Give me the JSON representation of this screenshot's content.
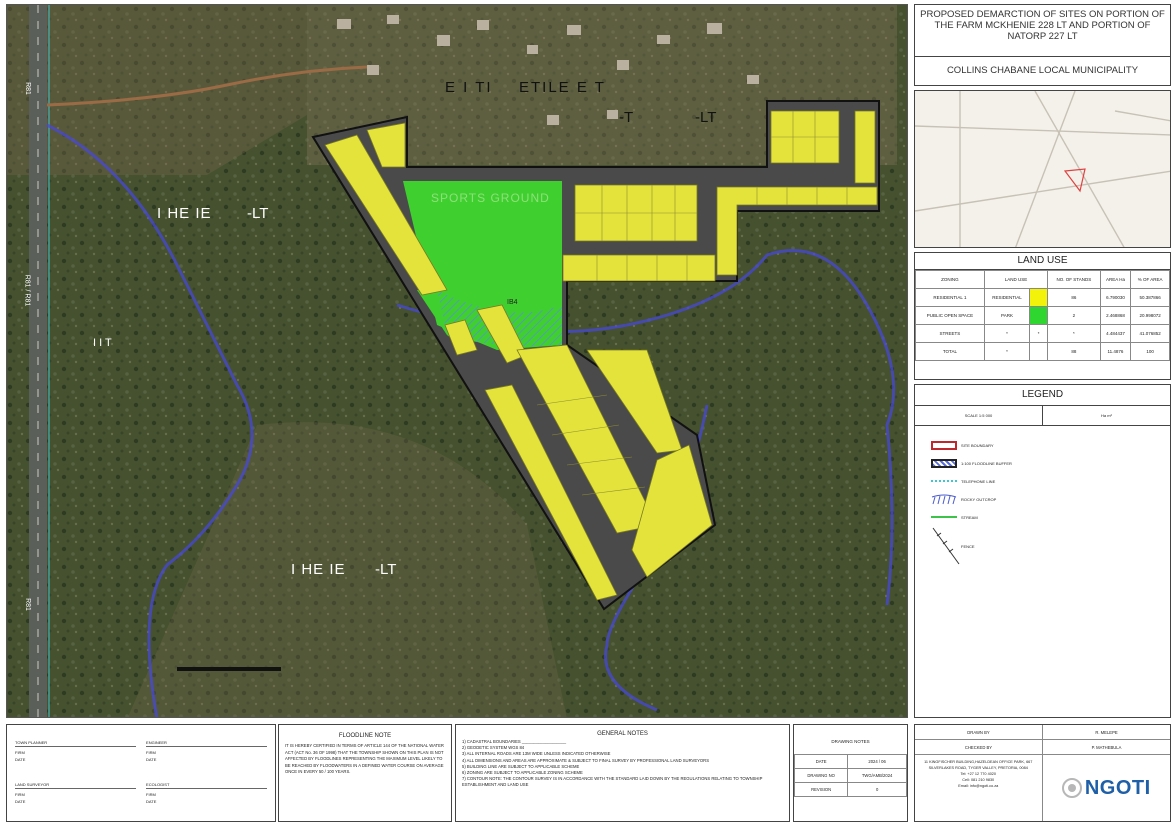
{
  "map": {
    "labels": {
      "settlement_a": "E I TI",
      "settlement_b": "ETILE E T",
      "settlement_c": "-T",
      "settlement_d": "-LT",
      "farm_west": "I HE IE",
      "farm_west_suffix": "-LT",
      "farm_south": "I HE IE",
      "farm_south_suffix": "-LT",
      "farm_mid": "I I T",
      "sports": "SPORTS GROUND",
      "park_label": "IB4",
      "road_a": "R81",
      "road_b": "R81 / R81",
      "road_c": "R81"
    },
    "colors": {
      "satellite": "#3e4a2c",
      "residential": "#e3e33c",
      "park": "#3fd030",
      "streets": "#4a4a4a",
      "stream": "#4848d8",
      "site_boundary": "#111111"
    }
  },
  "title": {
    "main": "PROPOSED DEMARCTION OF SITES ON PORTION OF THE FARM MCKHENIE 228 LT AND PORTION OF NATORP 227 LT",
    "municipality": "COLLINS CHABANE LOCAL MUNICIPALITY"
  },
  "land_use": {
    "heading": "LAND USE",
    "headers": [
      "ZONING",
      "LAND USE",
      "",
      "NO. OF STANDS",
      "AREA Ha",
      "% OF AREA"
    ],
    "rows": [
      {
        "zoning": "RESIDENTIAL 1",
        "use": "RESIDENTIAL",
        "color": "#f2f20a",
        "stands": "86",
        "area": "6.790030",
        "pct": "50.387866"
      },
      {
        "zoning": "PUBLIC OPEN SPACE",
        "use": "PARK",
        "color": "#2fd62f",
        "stands": "2",
        "area": "2.468868",
        "pct": "20.998072"
      },
      {
        "zoning": "STREETS",
        "use": "*",
        "color": "",
        "stands": "*",
        "area": "4.484437",
        "pct": "41.076852"
      },
      {
        "zoning": "TOTAL",
        "use": "*",
        "color": "",
        "stands": "88",
        "area": "11.4876",
        "pct": "100"
      }
    ]
  },
  "legend": {
    "heading": "LEGEND",
    "sub_left": "SCALE 1:5 000",
    "sub_right": "Ha m²",
    "items": [
      {
        "label": "SITE BOUNDARY"
      },
      {
        "label": "1:100 FLOODLINE BUFFER"
      },
      {
        "label": "TELEPHONE LINE"
      },
      {
        "label": "ROCKY OUTCROP"
      },
      {
        "label": "STREAM"
      },
      {
        "label": "FENCE"
      }
    ]
  },
  "signatures": {
    "left": [
      "TOWN PLANNER",
      "FIRM",
      "DATE",
      "LAND SURVEYOR",
      "FIRM",
      "DATE"
    ],
    "right": [
      "ENGINEER",
      "FIRM",
      "DATE",
      "ECOLOGIST",
      "FIRM",
      "DATE"
    ]
  },
  "floodline": {
    "heading": "FLOODLINE NOTE",
    "text": "IT IS HEREBY CERTIFIED IN TERMS OF ARTICLE 144 OF THE NATIONAL WATER ACT (ACT No. 36 OF 1998) THAT THE TOWNSHIP SHOWN ON THIS PLAN IS NOT AFFECTED BY FLOODLINES REPRESENTING THE MAXIMUM LEVEL LIKELY TO BE REACHED BY FLOODWATERS IN A DEFINED WATER COURSE ON AVERAGE ONCE IN EVERY 50 / 100 YEARS."
  },
  "general_notes": {
    "heading": "GENERAL NOTES",
    "items": [
      "1)   CADASTRAL BOUNDARIES ___________________",
      "2)   GEODETIC SYSTEM WGS 84",
      "3)   ALL INTERNAL ROADS ARE 13M WIDE UNLESS INDICATED OTHERWISE",
      "4)   ALL DIMENSIONS AND AREAS ARE APPROXIMATE & SUBJECT TO FINAL SURVEY BY PROFESSIONAL LAND SURVEYORS",
      "5)   BUILDING LINE ARE SUBJECT TO APPLICABLE SCHEME",
      "6)   ZONING ARE SUBJECT TO APPLICABLE ZONING SCHEME",
      "7)   CONTOUR NOTE: THE CONTOUR SURVEY IS IN ACCORDANCE WITH THE STANDARD LAID DOWN BY THE REGULATIONS RELATING TO TOWNSHIP ESTABLISHMENT AND LAND USE"
    ]
  },
  "drawing_notes": {
    "heading": "DRAWING NOTES",
    "rows": [
      {
        "k": "DATE",
        "v": "2024 / 06"
      },
      {
        "k": "DRAWING NO",
        "v": "TWG/AMB/2024"
      },
      {
        "k": "REVISION",
        "v": "0"
      }
    ]
  },
  "company": {
    "drawn_by_label": "DRAWN BY",
    "drawn_by": "R. MELEPE",
    "checked_by_label": "CHECKED BY",
    "checked_by": "P. MATHEBULA",
    "address": "11 KINGFISCHER BUILDING,HAZELDEAN OFFICE PARK, 667 SILVERLAKES ROAD, TYGER VALLEY, PRETORIA, 0084",
    "tel": "Tel: +27 12 770 4020",
    "cell": "Cell: 081 210 9830",
    "email": "Email: info@ngoti.co.za",
    "logo_text": "NGOTI",
    "logo_color": "#1f5fa8"
  }
}
